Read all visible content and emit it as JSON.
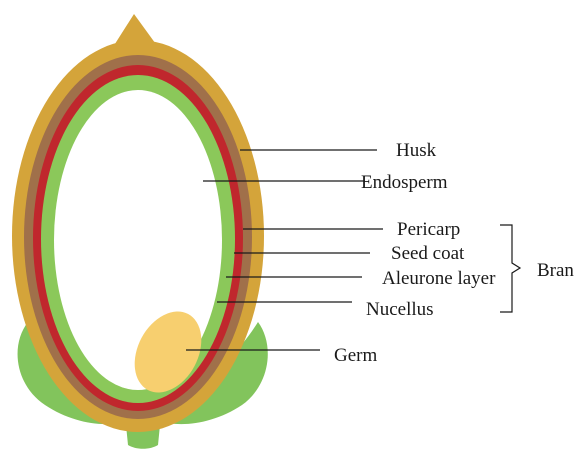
{
  "diagram": {
    "labels": {
      "husk": "Husk",
      "endosperm": "Endosperm",
      "pericarp": "Pericarp",
      "seed_coat": "Seed coat",
      "aleurone_layer": "Aleurone layer",
      "nucellus": "Nucellus",
      "germ": "Germ",
      "bran": "Bran"
    },
    "colors": {
      "husk": "#d4a43a",
      "pericarp": "#a0704a",
      "seed_coat": "#c0272d",
      "aleurone_layer": "#8bc85a",
      "endosperm": "#ffffff",
      "germ": "#f7cf6f",
      "base_leaves": "#82c45c"
    }
  }
}
